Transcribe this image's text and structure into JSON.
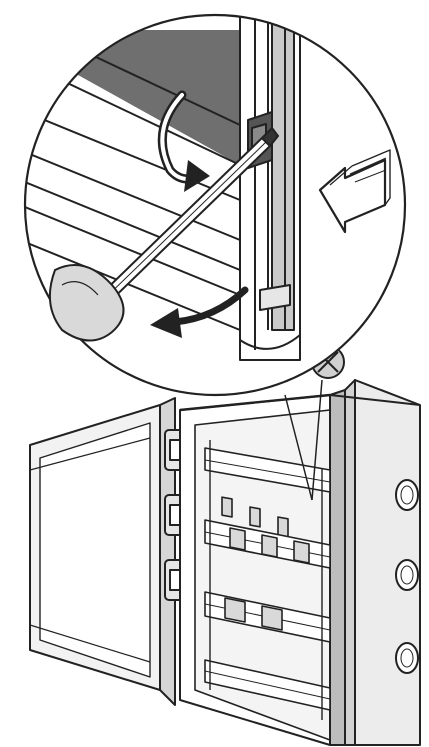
{
  "illustration": {
    "palette": {
      "ink": "#1a1a1a",
      "line": "#222222",
      "paper": "#ffffff",
      "light_gray": "#e6e6e6",
      "mid_gray": "#c9c9c9",
      "dark_gray": "#6f6f6f"
    },
    "icons": [
      "magnifier-circle",
      "screwdriver-icon",
      "curved-arrow-icon",
      "direction-arrow-icon",
      "screw-icon",
      "enclosure-door",
      "din-rail",
      "circuit-breaker-row",
      "knockout-hole"
    ]
  }
}
